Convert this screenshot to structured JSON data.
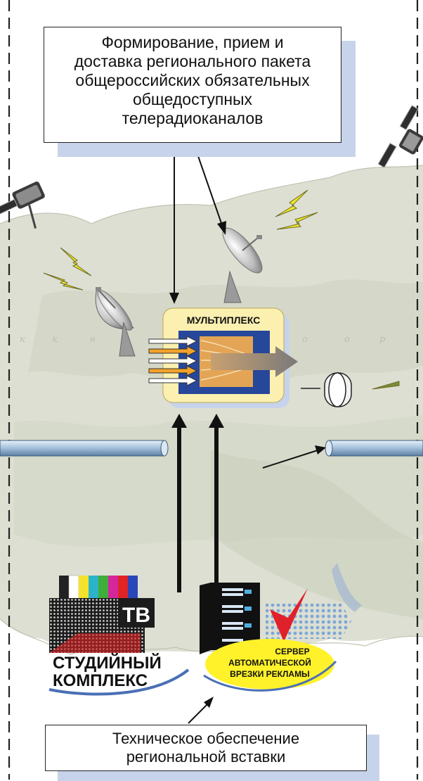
{
  "top_box": {
    "lines": [
      "Формирование, прием и",
      "доставка регионального пакета",
      "общероссийских обязательных",
      "общедоступных",
      "телерадиоканалов"
    ]
  },
  "multiplex_label": "МУЛЬТИПЛЕКС",
  "studio": {
    "logo_text": "ТВ",
    "line1": "СТУДИЙНЫЙ",
    "line2": "КОМПЛЕКС"
  },
  "ad_server": {
    "line1": "СЕРВЕР",
    "line2": "АВТОМАТИЧЕСКОЙ",
    "line3": "ВРЕЗКИ РЕКЛАМЫ"
  },
  "bottom_box": {
    "lines": [
      "Техническое обеспечение",
      "региональной вставки"
    ]
  },
  "colors": {
    "multiplex_fill": "#fbf0b0",
    "multiplex_inner": "#26479a",
    "multiplex_core": "#e3a555",
    "box_shadow": "#c7d3ea",
    "map_land": "#d9dccd",
    "pipe": "#a9c4de",
    "ad_server_oval": "#fff22a",
    "ad_server_swoosh": "#4a6fb5",
    "tick_red": "#e0202a",
    "lightning": "#f2e62a"
  },
  "icons": [
    "satellite-icon",
    "dish-antenna-icon",
    "lightning-icon",
    "modulator-icon",
    "server-rack-icon",
    "red-tick-icon",
    "tv-test-pattern-icon"
  ]
}
